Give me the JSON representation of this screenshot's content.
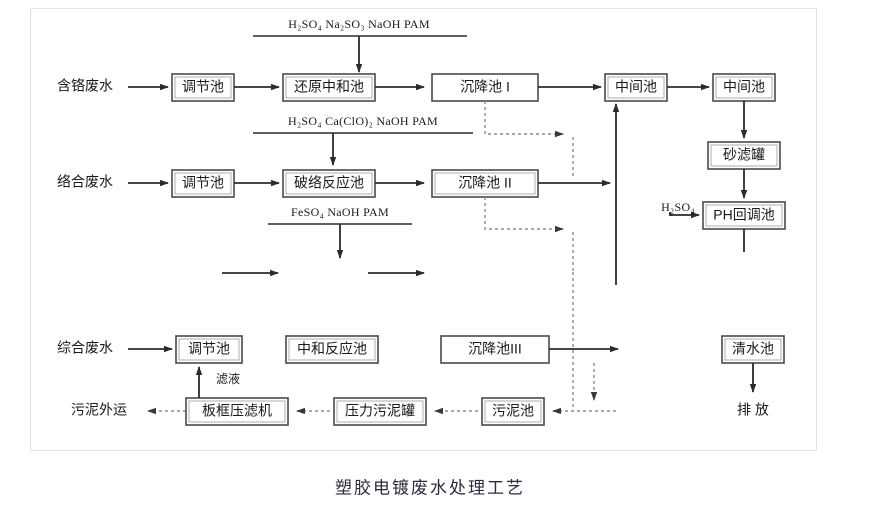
{
  "caption": "塑胶电镀废水处理工艺",
  "frame": {
    "border_color": "#e3e3e3",
    "background": "#ffffff"
  },
  "colors": {
    "box_stroke": "#4a4a4a",
    "flow_arrow": "#2b2b2b",
    "sludge_arrow": "#8d8d8d",
    "text": "#1a1a1a",
    "caption_text": "#2b2b3a"
  },
  "inputs": {
    "chrome_wastewater": "含铬废水",
    "complex_wastewater": "络合废水",
    "comprehensive_wastewater": "综合废水"
  },
  "chemicals": {
    "line1": "H₂SO₄ Na₂SO₃ NaOH PAM",
    "line2": "H₂SO₄ Ca(ClO)₂ NaOH PAM",
    "line3": "FeSO₄ NaOH PAM",
    "ph_acid": "H₂SO₄"
  },
  "nodes": {
    "adjust_tank_1": "调节池",
    "reduction_neutralize_tank": "还原中和池",
    "settling_tank_1": "沉降池 I",
    "intermediate_tank_1": "中间池",
    "intermediate_tank_2": "中间池",
    "sand_filter": "砂滤罐",
    "ph_readjust_tank": "PH回调池",
    "adjust_tank_2": "调节池",
    "decomplex_reaction_tank": "破络反应池",
    "settling_tank_2": "沉降池 II",
    "adjust_tank_3": "调节池",
    "neutralize_reaction_tank": "中和反应池",
    "settling_tank_3": "沉降池III",
    "clean_water_tank": "清水池",
    "plate_frame_filter_press": "板框压滤机",
    "pressure_sludge_tank": "压力污泥罐",
    "sludge_tank": "污泥池"
  },
  "outputs": {
    "sludge_transport": "污泥外运",
    "discharge": "排 放"
  },
  "edge_labels": {
    "filtrate": "滤液"
  }
}
